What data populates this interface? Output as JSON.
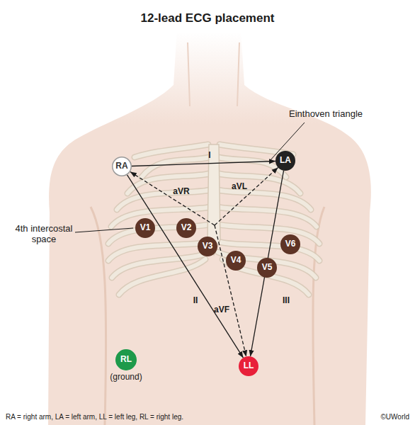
{
  "diagram": {
    "title": "12-lead ECG placement",
    "caption": "RA = right arm, LA = left arm, LL = left leg, RL = right leg.",
    "nodes": [
      {
        "text": [
          "RA"
        ]
      },
      {
        "text": [
          "LA"
        ]
      },
      {
        "text": [
          "V1"
        ]
      },
      {
        "text": [
          "V2"
        ]
      },
      {
        "text": [
          "V3"
        ]
      },
      {
        "text": [
          "V4"
        ]
      },
      {
        "text": [
          "V5"
        ]
      },
      {
        "text": [
          "V6"
        ]
      },
      {
        "text": [
          "RL",
          "(ground)"
        ]
      },
      {
        "text": [
          "LL"
        ]
      }
    ],
    "edges": [
      {
        "from": 0,
        "to": 1,
        "arrow": "to",
        "label": "I"
      },
      {
        "from": 0,
        "to": 9,
        "arrow": "to",
        "label": "II"
      },
      {
        "from": 1,
        "to": 9,
        "arrow": "to",
        "label": "III"
      }
    ],
    "labels": [
      "Einthoven triangle",
      "4th intercostal space",
      "aVR",
      "aVL",
      "aVF",
      "©UWorld"
    ]
  }
}
